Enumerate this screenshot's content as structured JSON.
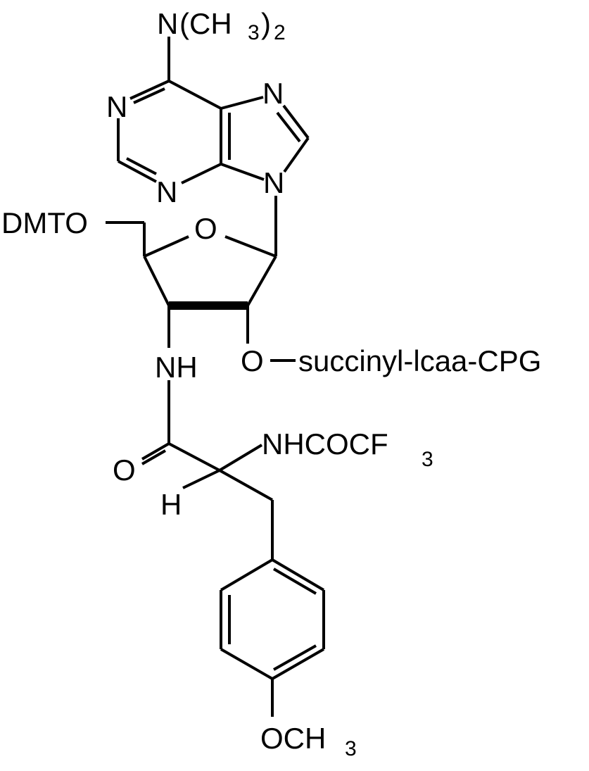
{
  "labels": {
    "amine_n": "N",
    "amine_open": "(CH",
    "amine_sub3": "3",
    "amine_close": ")",
    "amine_sub2": "2",
    "purine_n1": "N",
    "purine_n3": "N",
    "purine_n7": "N",
    "purine_n9": "N",
    "dmto": "DMTO",
    "ring_o": "O",
    "nh": "NH",
    "o_succinyl": "O",
    "succinyl": "succinyl-lcaa-CPG",
    "carbonyl_o": "O",
    "nhcocf": "NHCOCF",
    "cf_sub3": "3",
    "alpha_h": "H",
    "och": "OCH",
    "och_sub3": "3"
  }
}
